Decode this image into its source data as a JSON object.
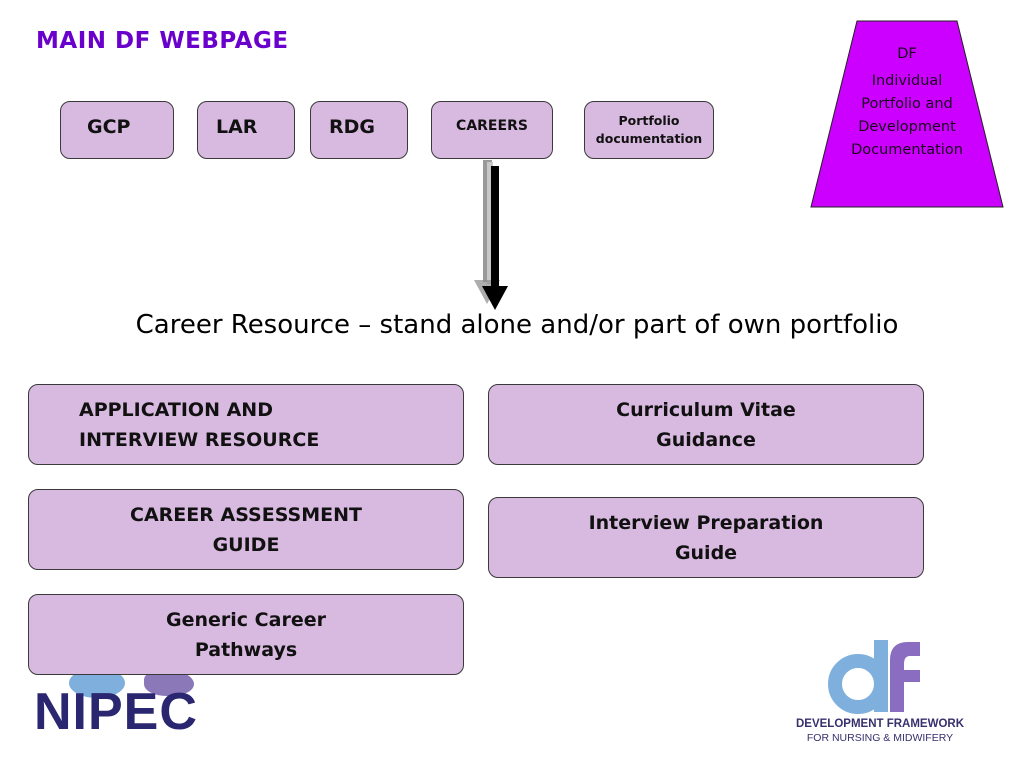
{
  "page": {
    "title": "MAIN DF WEBPAGE"
  },
  "colors": {
    "title": "#6a00cc",
    "box_fill": "#d8b9e0",
    "trapezoid_fill": "#cc00ff",
    "nipec_text": "#2a2670",
    "df_light_blue": "#7fb0dd",
    "df_purple": "#8a6cc0"
  },
  "nav": {
    "items": [
      {
        "label": "GCP"
      },
      {
        "label": "LAR"
      },
      {
        "label": "RDG"
      },
      {
        "label": "CAREERS"
      },
      {
        "label_line1": "Portfolio",
        "label_line2": "documentation"
      }
    ]
  },
  "df_panel": {
    "heading": "DF",
    "line1": "Individual",
    "line2": "Portfolio and",
    "line3": "Development",
    "line4": "Documentation"
  },
  "subtitle": "Career Resource – stand alone and/or part of own portfolio",
  "resources": [
    {
      "line1": "APPLICATION AND",
      "line2": "INTERVIEW RESOURCE"
    },
    {
      "line1": "Curriculum Vitae",
      "line2": "Guidance"
    },
    {
      "line1": "CAREER ASSESSMENT",
      "line2": "GUIDE"
    },
    {
      "line1": "Interview Preparation",
      "line2": "Guide"
    },
    {
      "line1": "Generic Career",
      "line2": "Pathways"
    }
  ],
  "logos": {
    "nipec": "NIPEC",
    "df_mark": "df",
    "df_line1": "DEVELOPMENT FRAMEWORK",
    "df_line2": "FOR NURSING & MIDWIFERY"
  }
}
